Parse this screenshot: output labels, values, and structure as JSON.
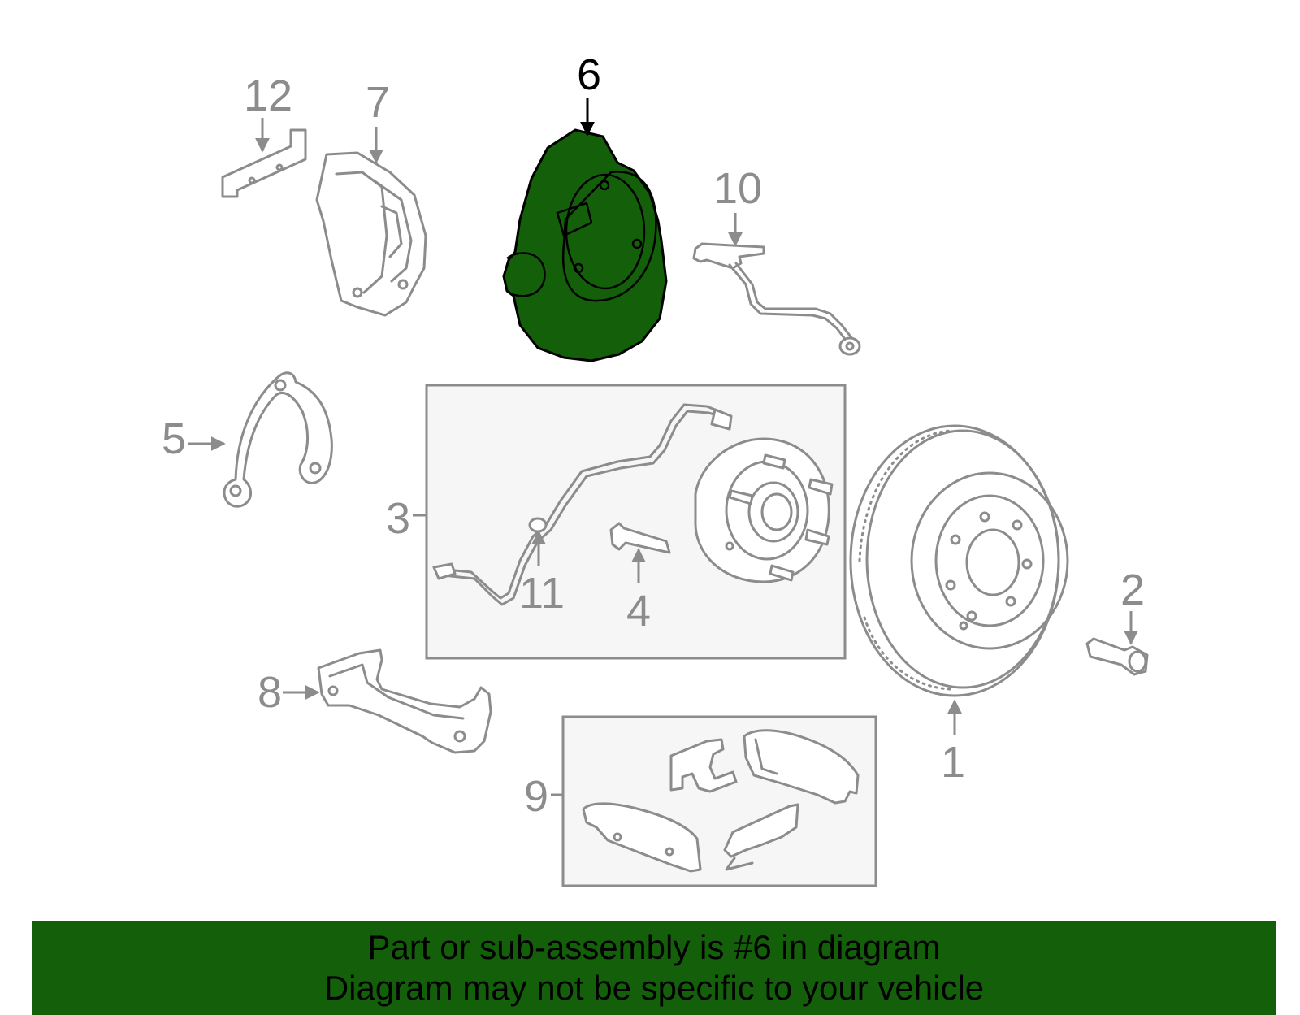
{
  "diagram": {
    "highlighted_part": "6",
    "highlight_color": "#135f0a",
    "line_color": "#8c8c8c",
    "callouts": {
      "c1": "1",
      "c2": "2",
      "c3": "3",
      "c4": "4",
      "c5": "5",
      "c6": "6",
      "c7": "7",
      "c8": "8",
      "c9": "9",
      "c10": "10",
      "c11": "11",
      "c12": "12"
    }
  },
  "banner": {
    "line1": "Part or sub-assembly is #6 in diagram",
    "line2": "Diagram may not be specific to your vehicle",
    "background": "#135f0a"
  }
}
